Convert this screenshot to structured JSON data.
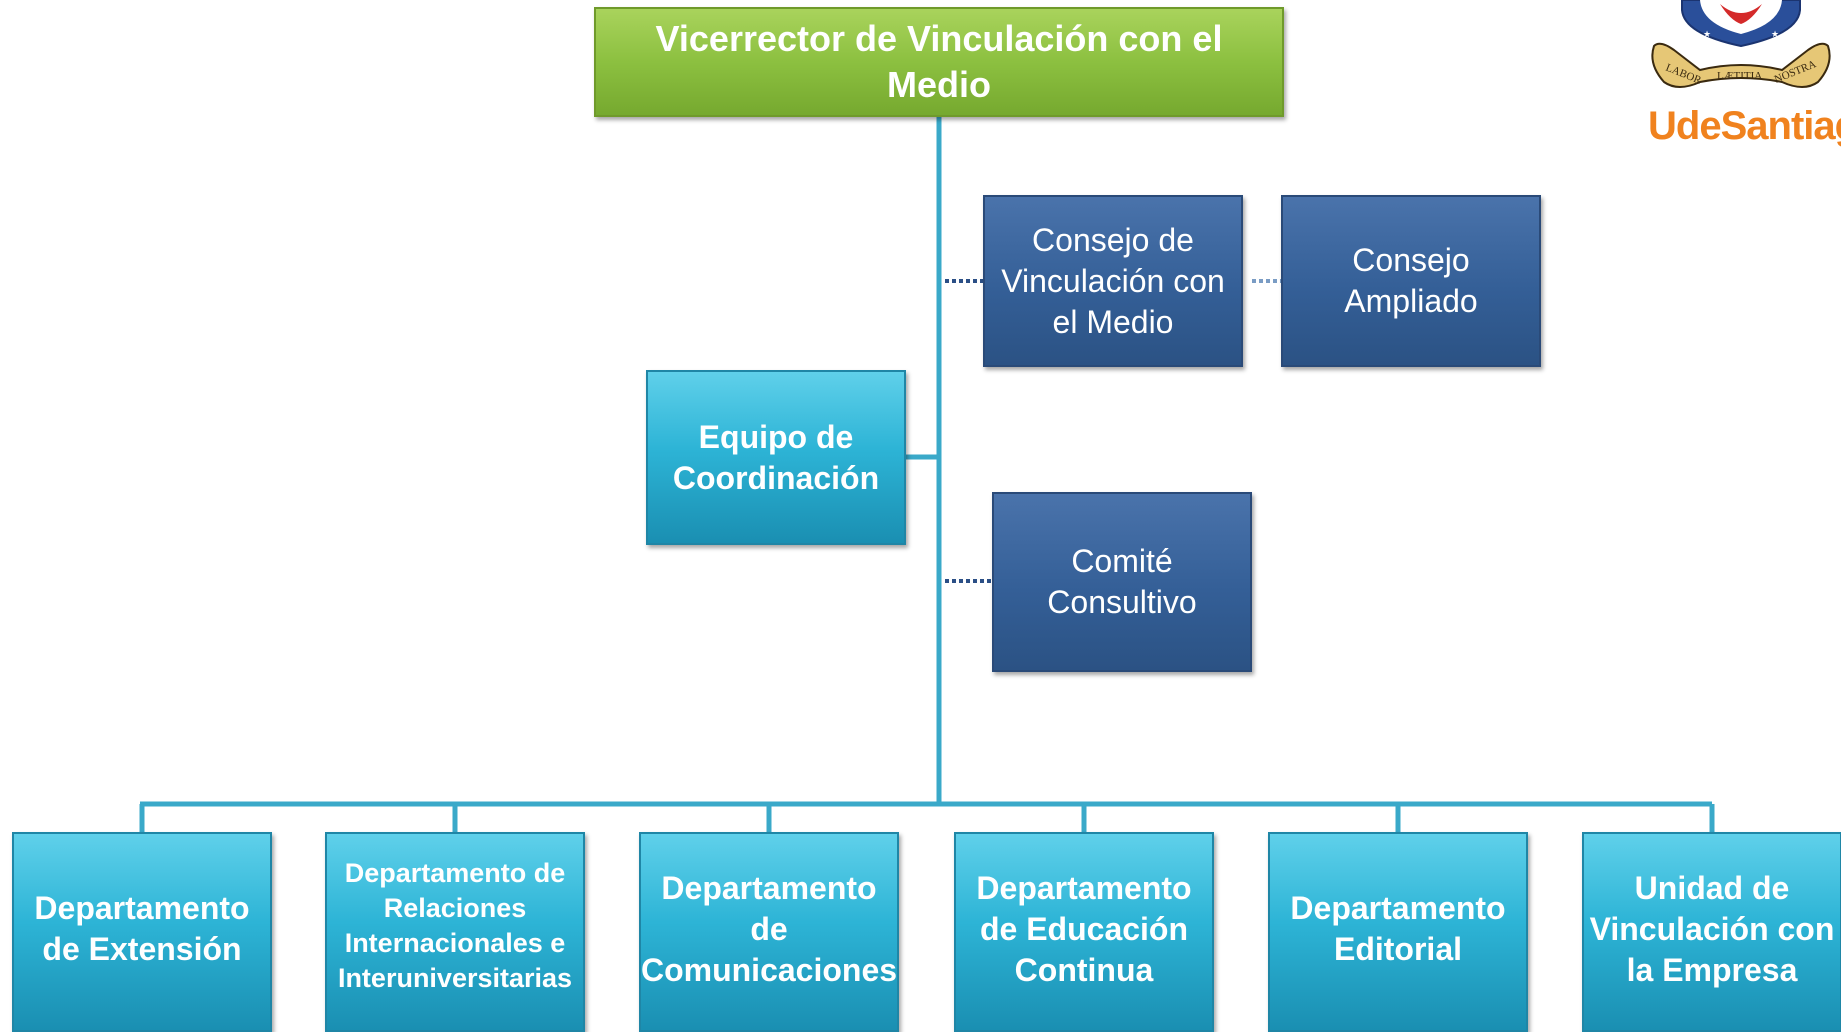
{
  "top": {
    "title": "Vicerrector de Vinculación con el Medio"
  },
  "staff": {
    "coordination": "Equipo de Coordinación"
  },
  "advisory": {
    "consejo": [
      "Consejo de",
      "Vinculación con",
      "el Medio"
    ],
    "ampliado": [
      "Consejo",
      "Ampliado"
    ],
    "comite": [
      "Comité",
      "Consultivo"
    ]
  },
  "departments": [
    [
      "Departamento",
      "de Extensión"
    ],
    [
      "Departamento de",
      "Relaciones",
      "Internacionales e",
      "Interuniversitarias"
    ],
    [
      "Departamento",
      "de",
      "Comunicaciones"
    ],
    [
      "Departamento",
      "de Educación",
      "Continua"
    ],
    [
      "Departamento",
      "Editorial"
    ],
    [
      "Unidad de",
      "Vinculación con",
      "la Empresa"
    ]
  ],
  "logo": {
    "motto": [
      "LABOR",
      "LÆTITIA",
      "NOSTRA"
    ],
    "wordmark_prefix": "Ude",
    "wordmark_suffix": "Santiago"
  },
  "colors": {
    "top_box": "#8cc040",
    "teal_box": "#2db4d6",
    "navy_box": "#345f97",
    "connector": "#3aa9c9",
    "dotted_connector": "#2b4f86",
    "logo_orange": "#f0821e"
  }
}
